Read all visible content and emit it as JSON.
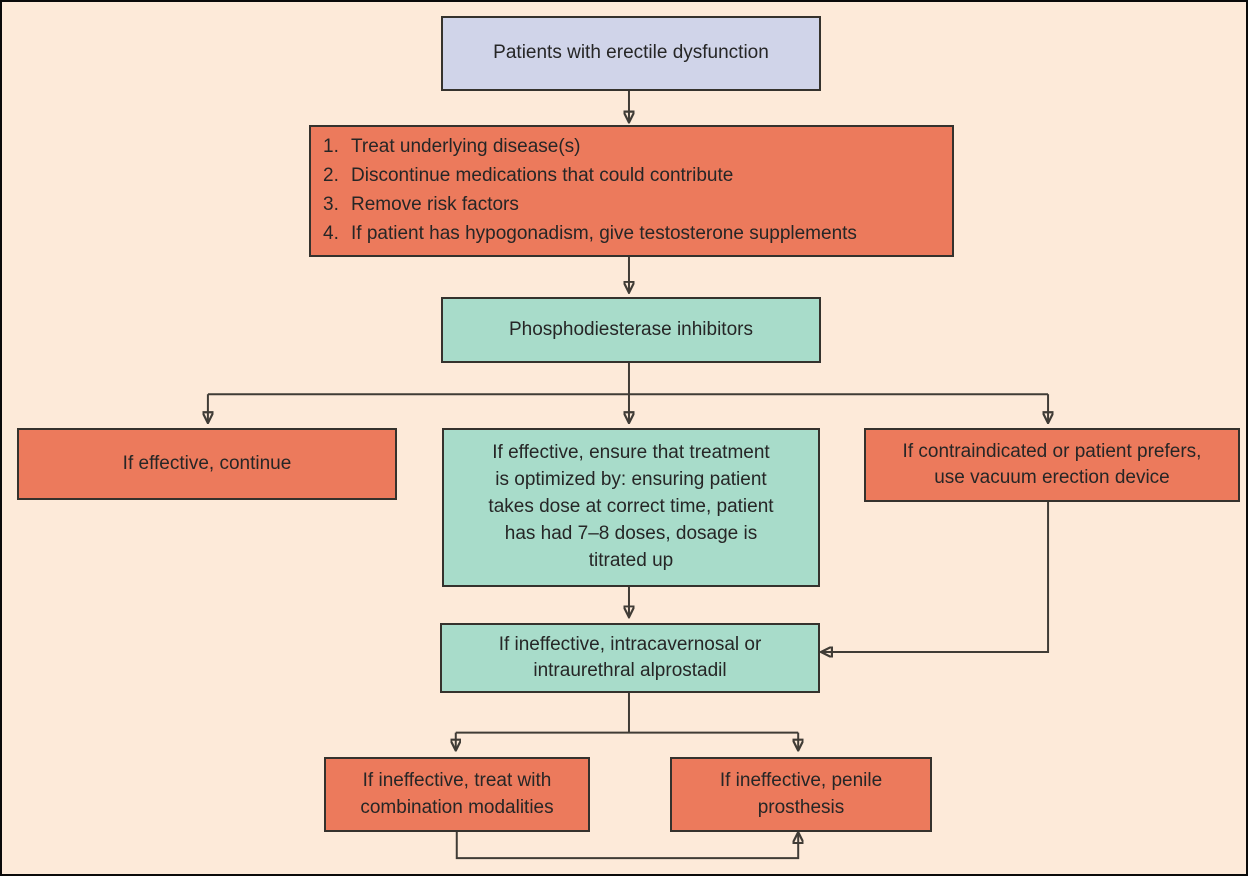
{
  "palette": {
    "background": "#fdead9",
    "page_border": "#0a0a0a",
    "box_orange": "#ec7a5c",
    "box_teal": "#a8dcca",
    "box_lavender": "#d0d4e9",
    "line": "#403c36",
    "text": "#262626"
  },
  "flowchart": {
    "start": {
      "label": "Patients with erectile dysfunction"
    },
    "steps": {
      "items": [
        {
          "num": "1.",
          "text": "Treat underlying disease(s)"
        },
        {
          "num": "2.",
          "text": "Discontinue medications that could contribute"
        },
        {
          "num": "3.",
          "text": "Remove risk factors"
        },
        {
          "num": "4.",
          "text": "If patient has hypogonadism, give testosterone supplements"
        }
      ]
    },
    "pde": {
      "label": "Phosphodiesterase inhibitors"
    },
    "effective": {
      "label": "If effective, continue"
    },
    "optimize": {
      "label": "If effective, ensure that treatment\nis optimized by: ensuring patient\ntakes dose at correct time, patient\nhas had 7–8 doses, dosage is\ntitrated up"
    },
    "vacuum": {
      "label": "If contraindicated or patient prefers,\nuse vacuum erection device"
    },
    "alprostadil": {
      "label": "If ineffective, intracavernosal or\nintraurethral alprostadil"
    },
    "combination": {
      "label": "If ineffective, treat with\ncombination modalities"
    },
    "prosthesis": {
      "label": "If ineffective, penile\nprosthesis"
    }
  }
}
